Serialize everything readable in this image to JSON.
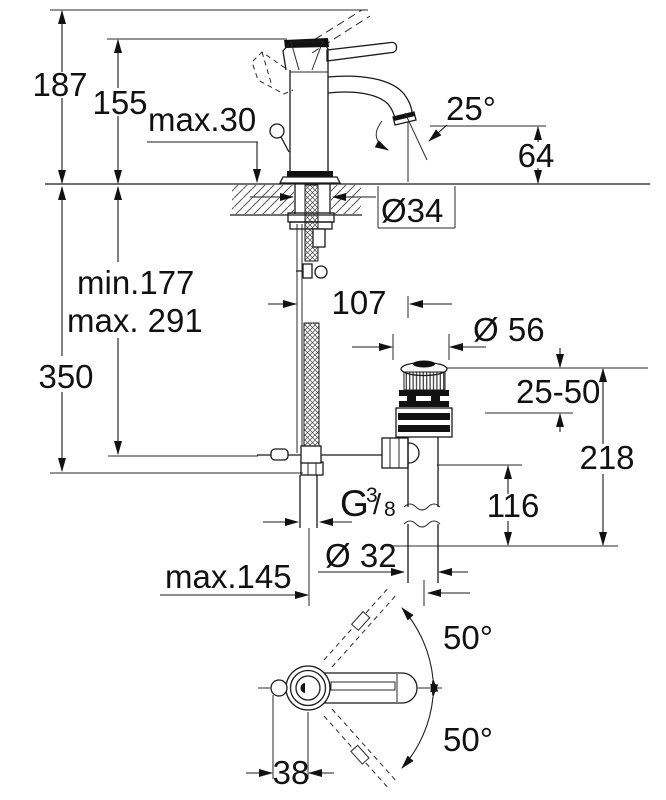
{
  "drawing": {
    "title": "faucet-installation-dimension-drawing",
    "colors": {
      "line": "#1a1a1a",
      "dark_fill": "#111111",
      "background": "#ffffff"
    },
    "dims": {
      "d187": "187",
      "d155": "155",
      "max30": "max.30",
      "a25": "25°",
      "d64": "64",
      "dia34": "Ø34",
      "min177": "min.177",
      "max291": "max. 291",
      "d350": "350",
      "d107": "107",
      "dia56": "Ø 56",
      "r2550": "25-50",
      "d218": "218",
      "d116": "116",
      "g": "G",
      "gsup": "3",
      "gslash": "/",
      "gsub": "8",
      "dia32": "Ø 32",
      "max145": "max.145",
      "a50u": "50°",
      "a50l": "50°",
      "d38": "38"
    }
  }
}
